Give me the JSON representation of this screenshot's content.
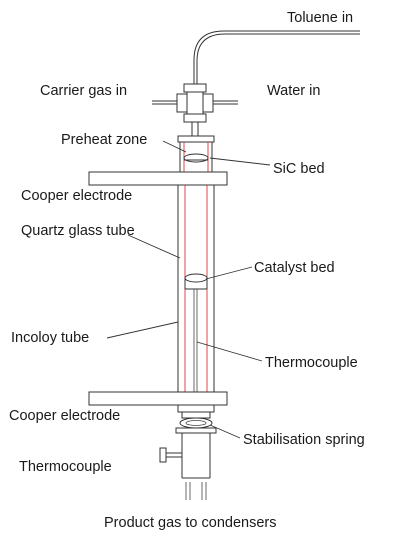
{
  "labels": {
    "toluene_in": "Toluene in",
    "carrier_gas_in": "Carrier gas in",
    "water_in": "Water in",
    "preheat_zone": "Preheat zone",
    "sic_bed": "SiC bed",
    "cooper_electrode_top": "Cooper electrode",
    "quartz_glass_tube": "Quartz glass tube",
    "catalyst_bed": "Catalyst bed",
    "incoloy_tube": "Incoloy tube",
    "thermocouple_right": "Thermocouple",
    "cooper_electrode_bottom": "Cooper electrode",
    "stabilisation_spring": "Stabilisation spring",
    "thermocouple_left": "Thermocouple",
    "product_gas": "Product gas to condensers"
  },
  "colors": {
    "line": "#333333",
    "quartz_tube": "#e03030",
    "text": "#1a1a1a"
  }
}
